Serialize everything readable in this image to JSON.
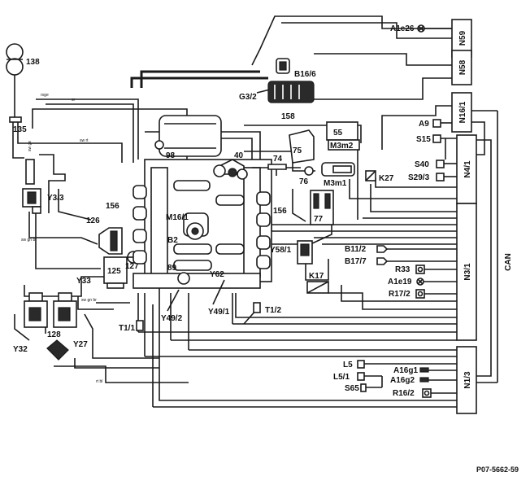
{
  "components": {
    "k138": "138",
    "t135": "135",
    "y33_top": "Y3/3",
    "c126": "126",
    "c125": "125",
    "c127": "127",
    "y33": "Y33",
    "y32": "Y32",
    "y27": "Y27",
    "c128": "128",
    "c98": "98",
    "c156_left": "156",
    "c156_right": "156",
    "m161": "M16/1",
    "b2": "B2",
    "c89": "89",
    "y491": "Y49/1",
    "y492": "Y49/2",
    "y62": "Y62",
    "t11": "T1/1",
    "t12": "T1/2",
    "c40": "40",
    "c74": "74",
    "c75": "75",
    "c76": "76",
    "c77": "77",
    "y581": "Y58/1",
    "k17": "K17",
    "k27": "K27",
    "m3m1": "M3m1",
    "m3m2": "M3m2",
    "c55": "55",
    "g32": "G3/2",
    "b166": "B16/6",
    "c158": "158"
  },
  "modules": {
    "n59": "N59",
    "n58": "N58",
    "n161": "N16/1",
    "n41": "N4/1",
    "n31": "N3/1",
    "n113": "N1/3",
    "can": "CAN"
  },
  "right_labels": {
    "a1e26": "A1e26",
    "a9": "A9",
    "s15": "S15",
    "s40": "S40",
    "s293": "S29/3",
    "b112": "B11/2",
    "b177": "B17/7",
    "r33": "R33",
    "a1e19": "A1e19",
    "r172": "R17/2",
    "l5": "L5",
    "l51": "L5/1",
    "a16g1": "A16g1",
    "a16g2": "A16g2",
    "s65": "S65",
    "r162": "R16/2"
  },
  "wire_notes": {
    "rsge": "rsge",
    "sr": "sr",
    "swrt": "sw rt",
    "swge": "sw ge",
    "swgnbl": "sw gn bl",
    "swgnbr": "sw gn br",
    "rtbl": "rt bl"
  },
  "figure_ref": "P07-5662-59"
}
